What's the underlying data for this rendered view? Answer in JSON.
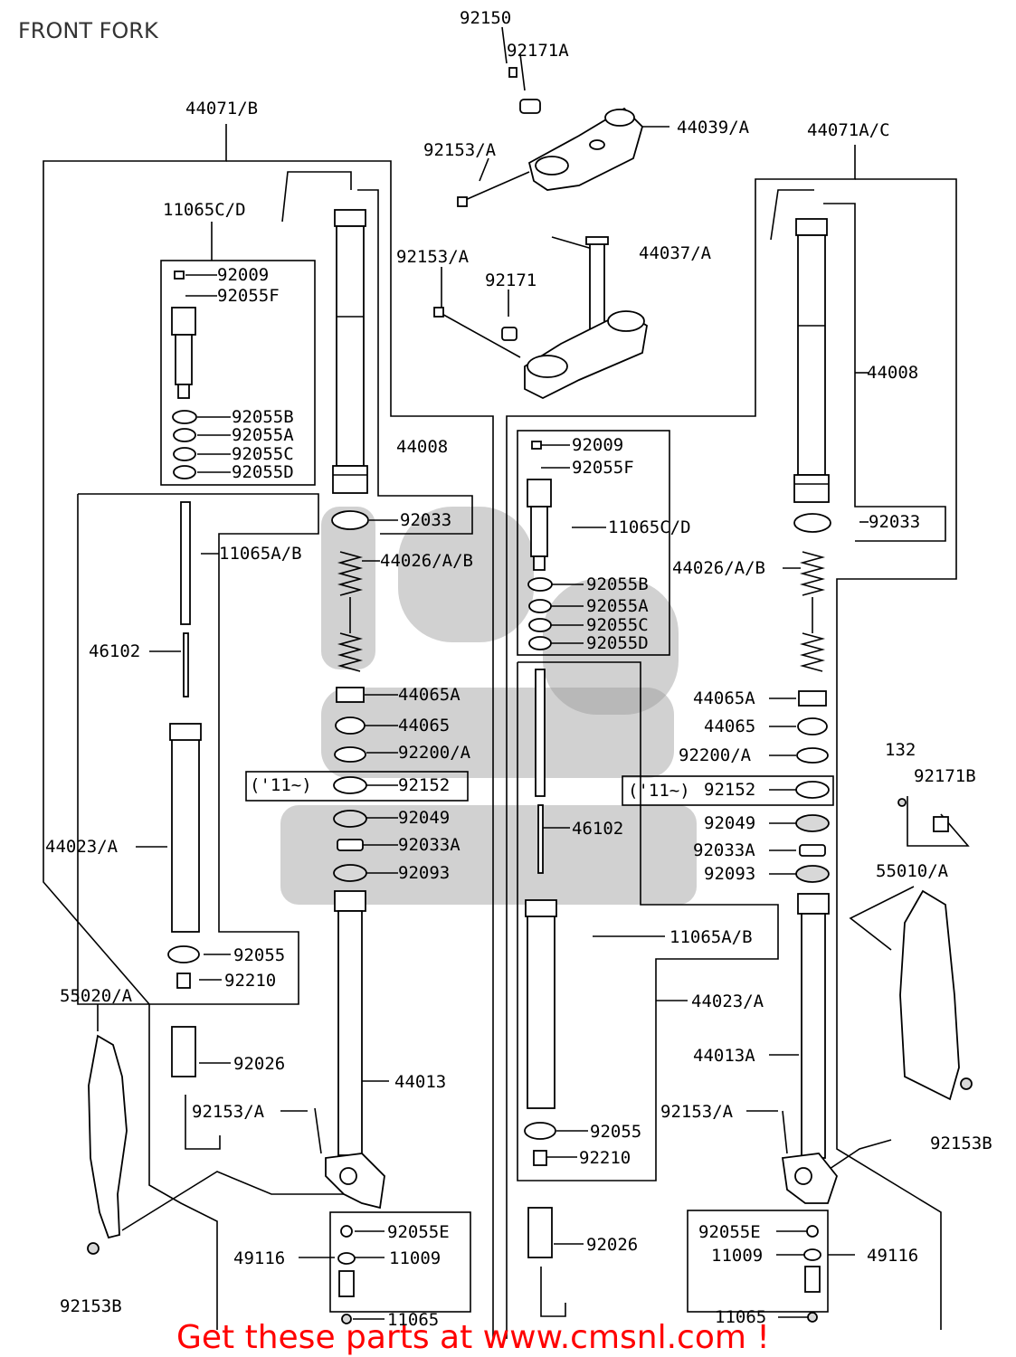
{
  "title": "FRONT FORK",
  "banner": "Get these parts at www.cmsnl.com !",
  "labels": {
    "l92150": "92150",
    "l92171A": "92171A",
    "l44039A": "44039/A",
    "l44071B": "44071/B",
    "l44071AC": "44071A/C",
    "l92153A_top": "92153/A",
    "l11065CD_left": "11065C/D",
    "l92153A_mid": "92153/A",
    "l44037A": "44037/A",
    "l92171": "92171",
    "l92009_left": "92009",
    "l92055F_left": "92055F",
    "l92055B_left": "92055B",
    "l92055A_left": "92055A",
    "l92055C_left": "92055C",
    "l92055D_left": "92055D",
    "l44008_left": "44008",
    "l44008_right": "44008",
    "l92033_left": "92033",
    "l92033_right": "92033",
    "l11065AB_left": "11065A/B",
    "l44026AB_left": "44026/A/B",
    "l44026AB_right": "44026/A/B",
    "l92009_mid": "92009",
    "l92055F_mid": "92055F",
    "l11065CD_mid": "11065C/D",
    "l92055B_mid": "92055B",
    "l92055A_mid": "92055A",
    "l92055C_mid": "92055C",
    "l92055D_mid": "92055D",
    "l46102_left": "46102",
    "l44065A_left": "44065A",
    "l44065A_right": "44065A",
    "l44065_left": "44065",
    "l44065_right": "44065",
    "l92200A_left": "92200/A",
    "l92200A_right": "92200/A",
    "l11_left": "('11~)",
    "l11_right": "('11~)",
    "l92152_left": "92152",
    "l92152_right": "92152",
    "l132": "132",
    "l92171B": "92171B",
    "l92049_left": "92049",
    "l92049_right": "92049",
    "l46102_mid": "46102",
    "l44023A_left": "44023/A",
    "l92033A_left": "92033A",
    "l92033A_right": "92033A",
    "l92093_left": "92093",
    "l92093_right": "92093",
    "l55010A": "55010/A",
    "l11065AB_mid": "11065A/B",
    "l92055_left": "92055",
    "l92210_left": "92210",
    "l55020A": "55020/A",
    "l44023A_right": "44023/A",
    "l92026_left": "92026",
    "l44013": "44013",
    "l44013A": "44013A",
    "l92153A_left": "92153/A",
    "l92153A_right": "92153/A",
    "l92055_mid": "92055",
    "l92210_mid": "92210",
    "l92153B_right": "92153B",
    "l92055E_left": "92055E",
    "l92055E_right": "92055E",
    "l49116_left": "49116",
    "l49116_right": "49116",
    "l11009_left": "11009",
    "l11009_right": "11009",
    "l92026_mid": "92026",
    "l92153B_left": "92153B",
    "l11065_left": "11065",
    "l11065_right": "11065"
  }
}
